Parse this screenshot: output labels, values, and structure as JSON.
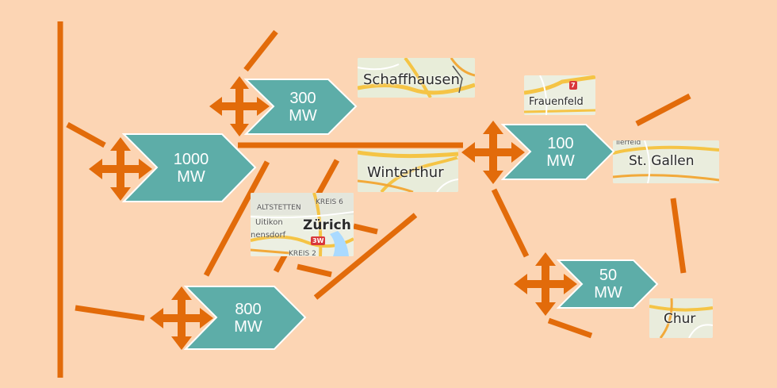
{
  "colors": {
    "background": "#fcd5b4",
    "line": "#e26b0a",
    "move_icon": "#e26b0a",
    "chevron_fill": "#5dada8",
    "chevron_text": "#ffffff"
  },
  "nodes": {
    "n1000": {
      "line1": "1000",
      "line2": "MW"
    },
    "n300": {
      "line1": "300",
      "line2": "MW"
    },
    "n800": {
      "line1": "800",
      "line2": "MW"
    },
    "n100": {
      "line1": "100",
      "line2": "MW"
    },
    "n50": {
      "line1": "50",
      "line2": "MW"
    }
  },
  "maps": {
    "schaffhausen": {
      "label": "Schaffhausen"
    },
    "frauenfeld": {
      "label": "Frauenfeld",
      "badge": "7"
    },
    "winterthur": {
      "label": "Winterthur"
    },
    "zurich": {
      "label": "Zürich",
      "district_top": "KREIS 6",
      "district_bottom": "KREIS 2",
      "quarter": "ALTSTETTEN",
      "place1": "Uitikon",
      "place2": "nensdorf",
      "badge": "3W"
    },
    "stgallen": {
      "label": "St. Gallen",
      "partial": "llerfeld"
    },
    "chur": {
      "label": "Chur"
    }
  }
}
